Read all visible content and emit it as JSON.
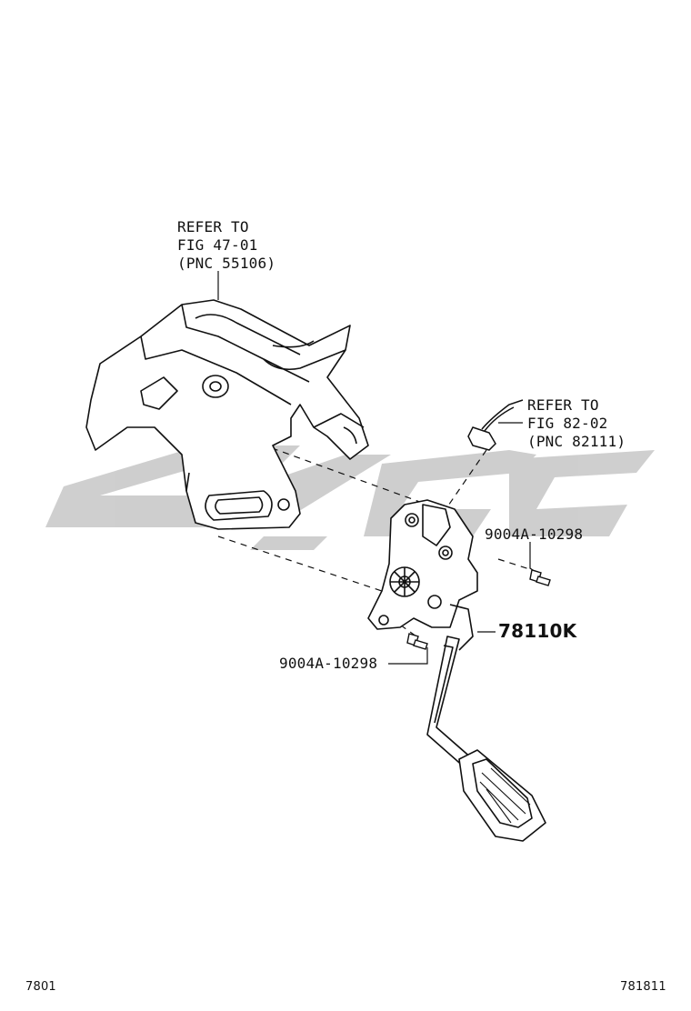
{
  "refs": {
    "bracket": {
      "line1": "REFER TO",
      "line2": "FIG 47-01",
      "line3": "(PNC 55106)"
    },
    "connector": {
      "line1": "REFER TO",
      "line2": "FIG 82-02",
      "line3": "(PNC 82111)"
    }
  },
  "parts": {
    "bolt_right": "9004A-10298",
    "bolt_left": "9004A-10298",
    "pedal": "78110K"
  },
  "footer": {
    "left_code": "7801",
    "right_code": "781811"
  },
  "watermark": {
    "color": "#cccccc"
  }
}
